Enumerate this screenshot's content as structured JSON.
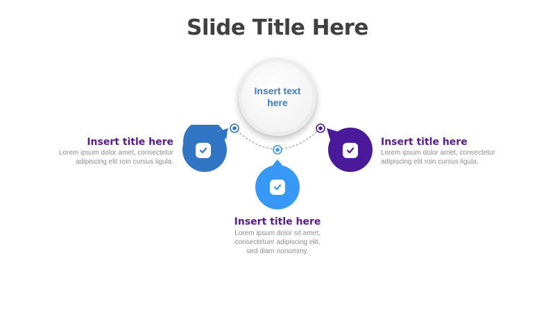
{
  "title": "Slide Title Here",
  "center": {
    "text": "Insert text here"
  },
  "colors": {
    "left": "#3076c4",
    "middle": "#3898f5",
    "right": "#4a1a9a",
    "title_text": "#5a1a8c",
    "body_text": "#8c8c8c"
  },
  "items": [
    {
      "title": "Insert title here",
      "desc_lines": [
        "Lorem ipsum dolor amet, consectetur",
        "adipiscing elit roin cursus ligula."
      ],
      "icon": "check-icon"
    },
    {
      "title": "Insert title here",
      "desc_lines": [
        "Lorem ipsum dolor sit amet,",
        "consectetuer adipiscing elit,",
        "sed diam nonummy."
      ],
      "icon": "check-icon"
    },
    {
      "title": "Insert title here",
      "desc_lines": [
        "Lorem ipsum dolor amet, consectetur",
        "adipiscing elit roin cursus ligula."
      ],
      "icon": "check-icon"
    }
  ]
}
